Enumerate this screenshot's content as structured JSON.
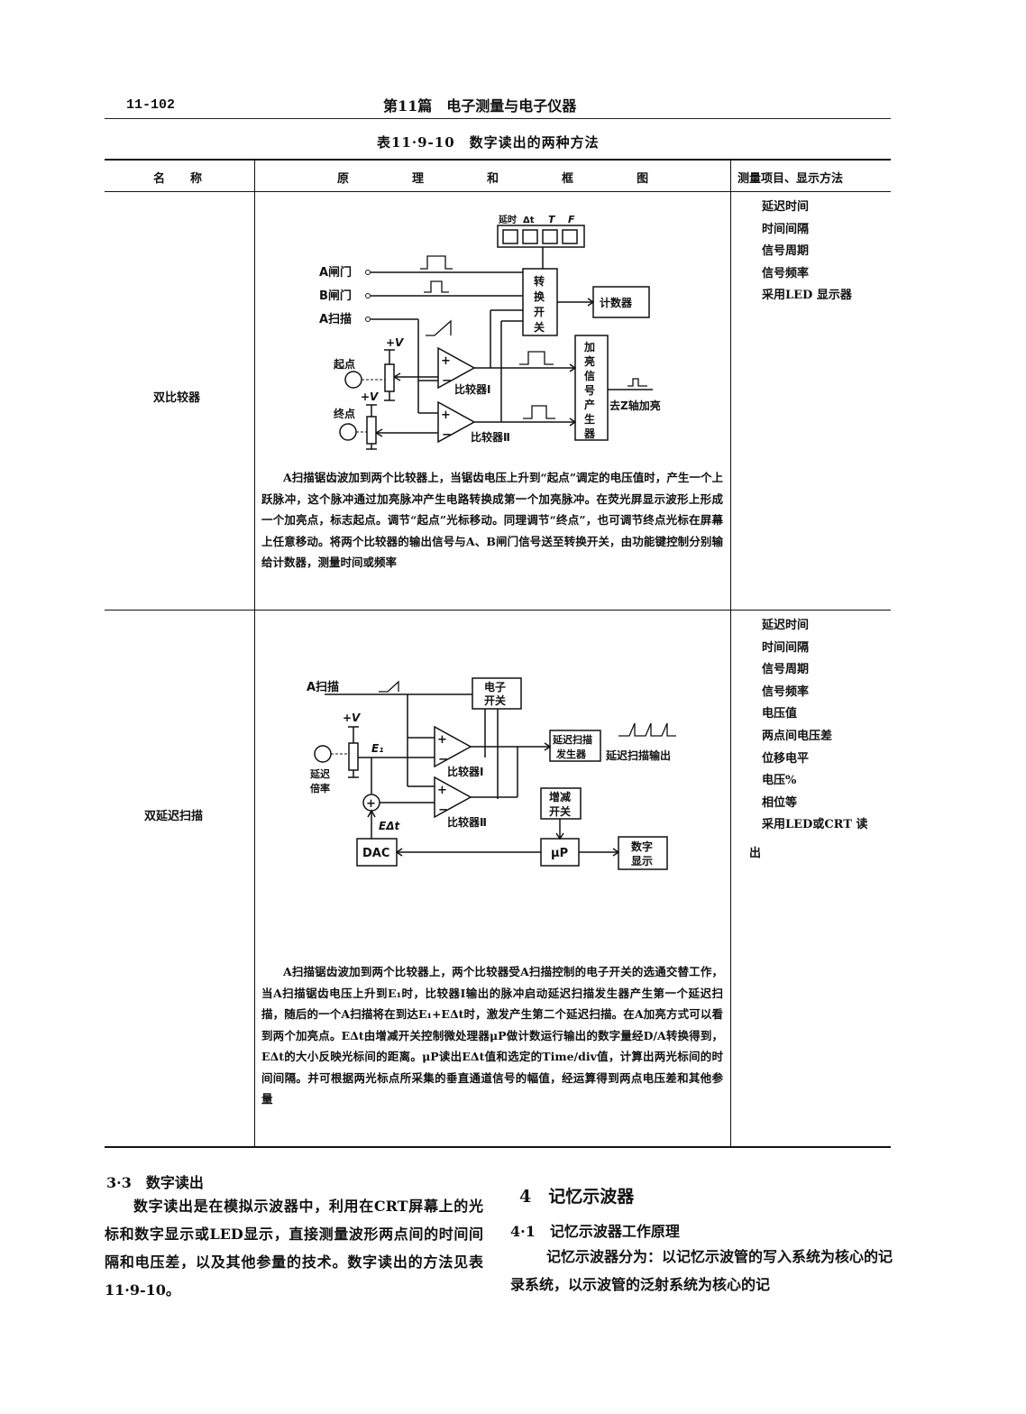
{
  "header": {
    "page_number": "11-102",
    "running_head": "第11篇　电子测量与电子仪器"
  },
  "table": {
    "caption": "表11·9-10　数字读出的两种方法",
    "col_headers": [
      "名称",
      "原　　理　　和　　框　　图",
      "测量项目、显示方法"
    ],
    "principle_header_parts": [
      "原",
      "理",
      "和",
      "框",
      "图"
    ],
    "rows": [
      {
        "name": "双比较器",
        "diagram": {
          "display_labels": [
            "延时",
            "Δt",
            "T",
            "F"
          ],
          "a_gate": "A闸门",
          "b_gate": "B闸门",
          "a_sweep": "A扫描",
          "plus_v": "+V",
          "start_point": "起点",
          "end_point": "终点",
          "switch": [
            "转",
            "换",
            "开",
            "关"
          ],
          "counter": "计数器",
          "brighten_gen": [
            "加",
            "亮",
            "信",
            "号",
            "产",
            "生",
            "器"
          ],
          "comparator1": "比较器Ⅰ",
          "comparator2": "比较器Ⅱ",
          "to_z": "去Z轴加亮",
          "plus": "+",
          "minus": "−"
        },
        "description": "A扫描锯齿波加到两个比较器上，当锯齿电压上升到“起点”调定的电压值时，产生一个上跃脉冲，这个脉冲通过加亮脉冲产生电路转换成第一个加亮脉冲。在荧光屏显示波形上形成一个加亮点，标志起点。调节“起点”光标移动。同理调节“终点”，也可调节终点光标在屏幕上任意移动。将两个比较器的输出信号与A、B闸门信号送至转换开关，由功能键控制分别输给计数器，测量时间或频率",
        "measurements": [
          "延迟时间",
          "时间间隔",
          "信号周期",
          "信号频率",
          "采用LED 显示器"
        ]
      },
      {
        "name": "双延迟扫描",
        "diagram": {
          "a_sweep": "A扫描",
          "electronic_switch": [
            "电子",
            "开关"
          ],
          "plus_v": "+V",
          "e1": "E₁",
          "delay_rate": [
            "延迟",
            "倍率"
          ],
          "comparator1": "比较器Ⅰ",
          "comparator2": "比较器Ⅱ",
          "delay_gen": [
            "延迟扫描",
            "发生器"
          ],
          "delay_out": "延迟扫描输出",
          "inc_dec_switch": [
            "增减",
            "开关"
          ],
          "e_delta": "EΔt",
          "dac": "DAC",
          "up": "μP",
          "digital_display": [
            "数字",
            "显示"
          ],
          "plus": "+",
          "minus": "−"
        },
        "description": "A扫描锯齿波加到两个比较器上，两个比较器受A扫描控制的电子开关的选通交替工作，当A扫描锯齿电压上升到E₁时，比较器Ⅰ输出的脉冲启动延迟扫描发生器产生第一个延迟扫描，随后的一个A扫描将在到达E₁+EΔt时，激发产生第二个延迟扫描。在A加亮方式可以看到两个加亮点。EΔt由增减开关控制微处理器μP做计数运行输出的数字量经D/A转换得到，EΔt的大小反映光标间的距离。μP读出EΔt值和选定的Time/div值，计算出两光标间的时间间隔。并可根据两光标点所采集的垂直通道信号的幅值，经运算得到两点电压差和其他参量",
        "measurements": [
          "延迟时间",
          "时间间隔",
          "信号周期",
          "信号频率",
          "电压值",
          "两点间电压差",
          "位移电平",
          "电压%",
          "相位等",
          "采用LED或CRT 读"
        ],
        "measurements_tail": "出"
      }
    ]
  },
  "section_3_3": {
    "title": "3·3　数字读出",
    "body": "数字读出是在模拟示波器中，利用在CRT屏幕上的光标和数字显示或LED显示，直接测量波形两点间的时间间隔和电压差，以及其他参量的技术。数字读出的方法见表11·9-10。"
  },
  "section_4": {
    "title": "4　记忆示波器",
    "subsection_title": "4·1　记忆示波器工作原理",
    "body": "记忆示波器分为：以记忆示波管的写入系统为核心的记录系统，以示波管的泛射系统为核心的记"
  }
}
